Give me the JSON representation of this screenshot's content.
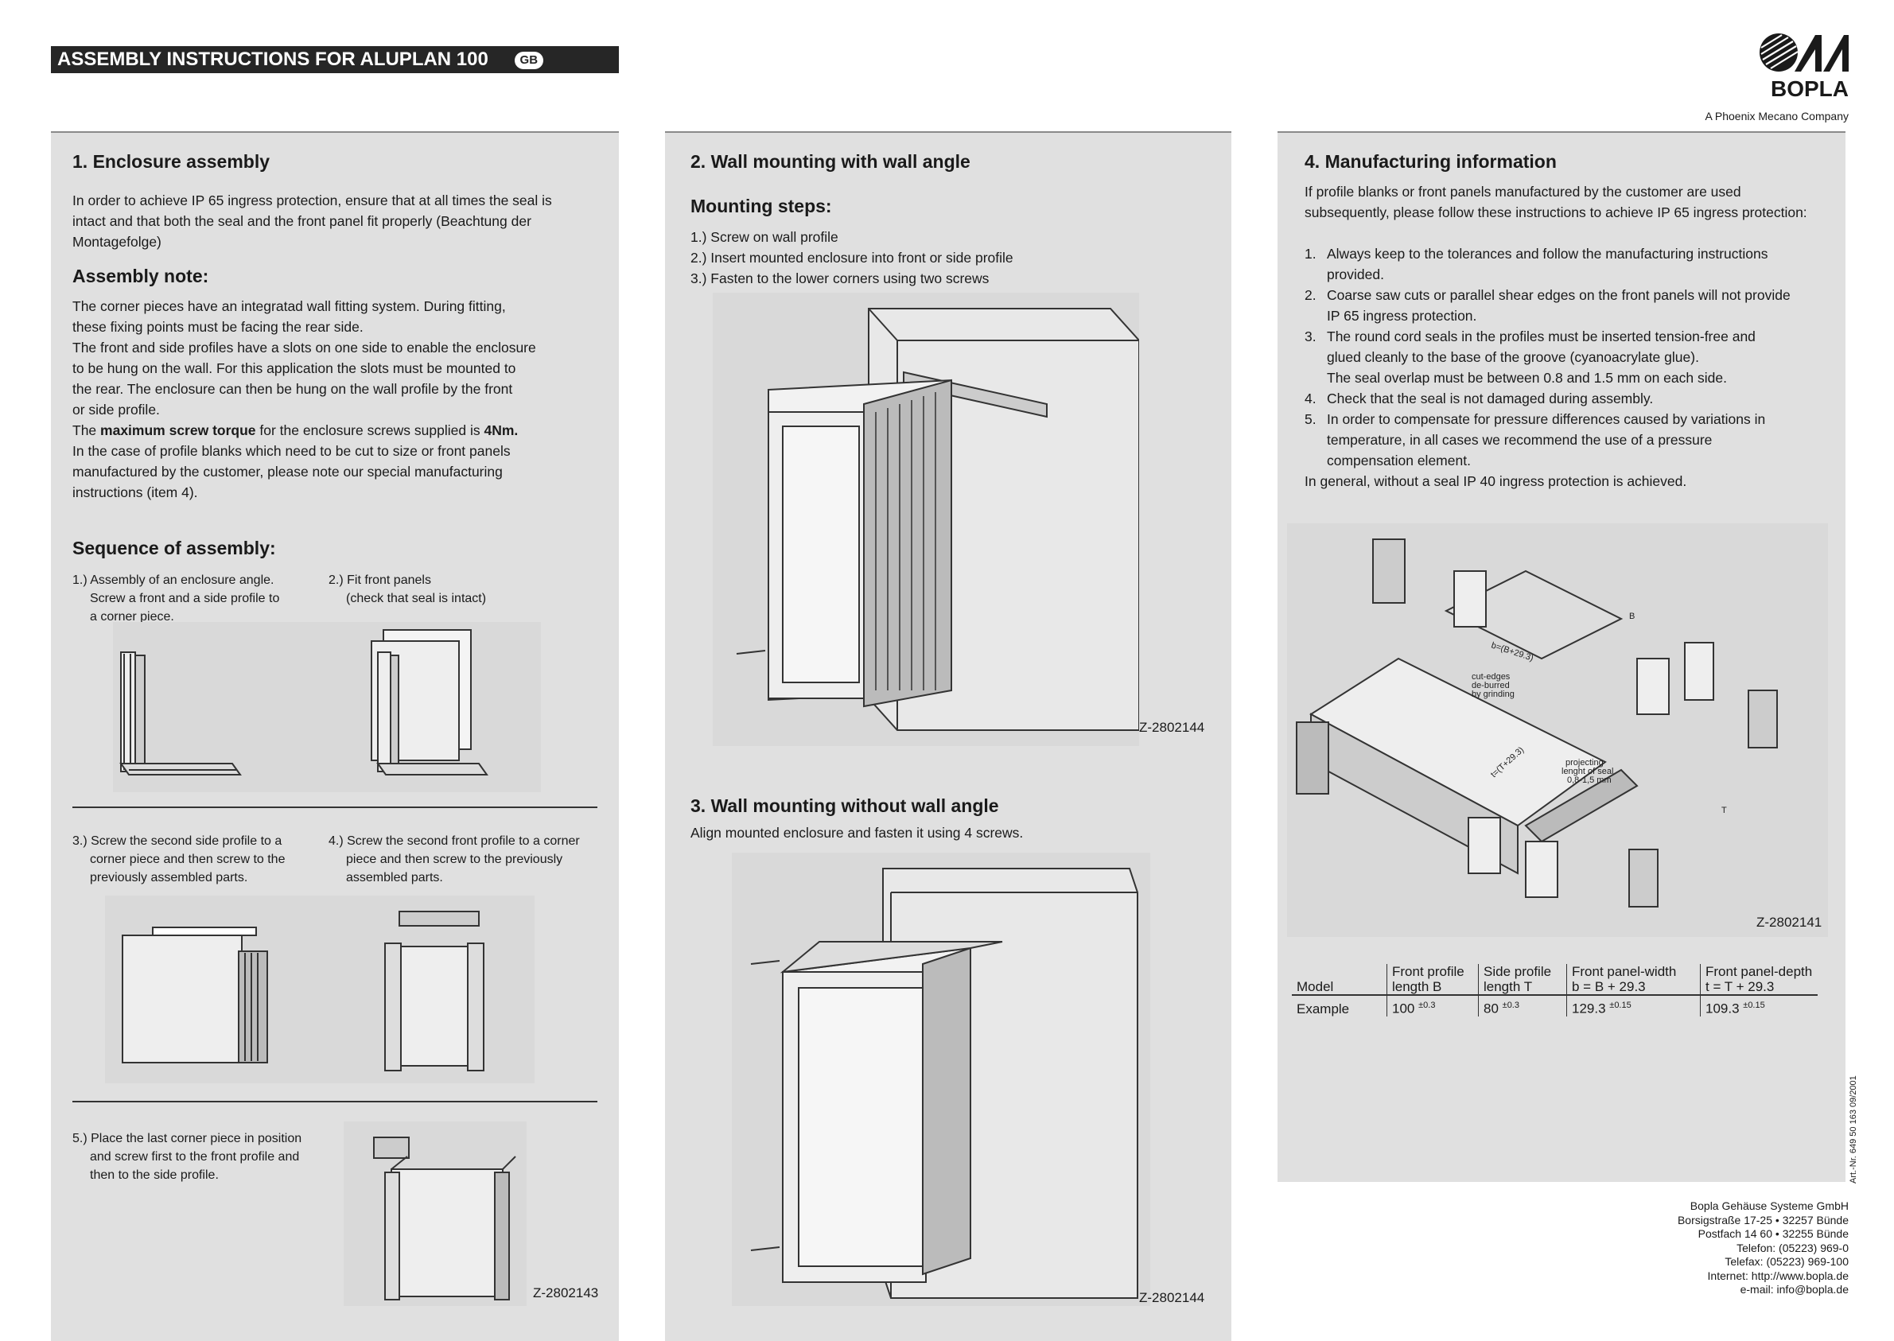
{
  "header": {
    "title": "ASSEMBLY INSTRUCTIONS FOR ALUPLAN 100",
    "lang_badge": "GB",
    "brand": "BOPLA",
    "tagline": "A Phoenix Mecano Company"
  },
  "col1": {
    "heading": "1. Enclosure assembly",
    "intro": [
      "In order to achieve IP 65 ingress protection, ensure that at all times the seal is",
      "intact and that both the seal and the front panel fit properly (Beachtung der",
      "Montagefolge)"
    ],
    "note_heading": "Assembly note:",
    "note_lines": [
      "The corner pieces have an integratad wall fitting system. During fitting,",
      "these fixing points must be facing the rear side.",
      "The front and side profiles have a slots on one side to enable the enclosure",
      "to be hung on the wall. For this application the slots must be mounted to",
      "the rear. The enclosure can then be hung on the wall profile by the front",
      "or side profile."
    ],
    "torque_pre": "The ",
    "torque_bold": "maximum screw torque",
    "torque_mid": " for the enclosure screws supplied is ",
    "torque_val": "4Nm.",
    "blanks_lines": [
      "In the case of profile blanks which need to be cut to size or front panels",
      "manufactured by the customer, please note our special manufacturing",
      "instructions (item 4)."
    ],
    "seq_heading": "Sequence of assembly:",
    "step1": [
      "1.) Assembly of an enclosure angle.",
      "Screw a front and a side profile to",
      "a corner piece."
    ],
    "step2": [
      "2.) Fit front panels",
      "(check that seal is intact)"
    ],
    "step3": [
      "3.) Screw the second side profile to a",
      "corner piece and then screw to the",
      "previously assembled parts."
    ],
    "step4": [
      "4.) Screw the second front profile to a corner",
      "piece and then screw to the previously",
      "assembled parts."
    ],
    "step5": [
      "5.) Place the last corner piece in position",
      "and screw first to the front profile and",
      "then to the side profile."
    ],
    "code": "Z-2802143"
  },
  "col2": {
    "heading": "2. Wall mounting with wall angle",
    "steps_heading": "Mounting steps:",
    "steps": [
      "1.) Screw on wall profile",
      "2.) Insert mounted enclosure into front or side profile",
      "3.) Fasten to the lower corners using two screws"
    ],
    "code1": "Z-2802144",
    "heading3": "3. Wall mounting without wall angle",
    "text3": "Align mounted enclosure and fasten it using 4 screws.",
    "code2": "Z-2802144"
  },
  "col3": {
    "heading": "4. Manufacturing information",
    "intro": [
      "If profile blanks or front panels manufactured by the customer are used",
      "subsequently, please follow these instructions to achieve IP 65 ingress protection:"
    ],
    "items": [
      {
        "n": "1.",
        "lines": [
          "Always keep to the tolerances and follow the manufacturing instructions",
          "provided."
        ]
      },
      {
        "n": "2.",
        "lines": [
          "Coarse saw cuts or parallel shear edges on the front panels will not provide",
          "IP 65 ingress protection."
        ]
      },
      {
        "n": "3.",
        "lines": [
          "The round cord seals in the profiles must be inserted tension-free and",
          "glued cleanly to the base of the groove (cyanoacrylate glue).",
          "The seal overlap must be between 0.8 and 1.5 mm on each side."
        ]
      },
      {
        "n": "4.",
        "lines": [
          "Check that the seal is not damaged during assembly."
        ]
      },
      {
        "n": "5.",
        "lines": [
          "In order to compensate for pressure differences caused by variations in",
          "temperature, in all cases we recommend the use of a pressure",
          "compensation element."
        ]
      }
    ],
    "general": "In general, without a seal IP 40 ingress protection is achieved.",
    "fig_labels": {
      "cut": [
        "cut-edges",
        "de-burred",
        "by grinding"
      ],
      "proj": [
        "projecting",
        "lenght of seal",
        "0,8-1,5 mm"
      ],
      "b": "b=(B+29.3)",
      "t": "t=(T+29.3)",
      "B": "B",
      "T": "T"
    },
    "code": "Z-2802141",
    "table": {
      "headers": [
        [
          "Model"
        ],
        [
          "Front profile",
          "length B"
        ],
        [
          "Side profile",
          "length T"
        ],
        [
          "Front panel-width",
          "b = B + 29.3"
        ],
        [
          "Front panel-depth",
          "t = T + 29.3"
        ]
      ],
      "row": [
        {
          "v": "Example"
        },
        {
          "v": "100",
          "tol": "±0.3"
        },
        {
          "v": "80",
          "tol": "±0.3"
        },
        {
          "v": "129.3",
          "tol": "±0.15"
        },
        {
          "v": "109.3",
          "tol": "±0.15"
        }
      ]
    }
  },
  "side_code": "Art.-Nr. 649 50 163   09/2001",
  "footer": [
    "Bopla Gehäuse Systeme GmbH",
    "Borsigstraße 17-25 • 32257 Bünde",
    "Postfach 14 60 • 32255 Bünde",
    "Telefon: (05223) 969-0",
    "Telefax: (05223) 969-100",
    "Internet: http://www.bopla.de",
    "e-mail: info@bopla.de"
  ]
}
